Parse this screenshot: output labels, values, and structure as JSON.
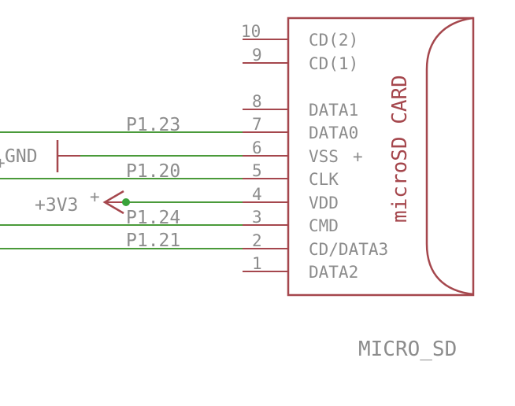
{
  "colors": {
    "symbol": "#a5474d",
    "text": "#8c8c8c",
    "wire": "#4a9a3a",
    "junction": "#3aa33a",
    "background": "#ffffff"
  },
  "part": {
    "name": "microSD CARD",
    "value": "MICRO_SD"
  },
  "pins": [
    {
      "number": "10",
      "name": "CD(2)"
    },
    {
      "number": "9",
      "name": "CD(1)"
    },
    {
      "number": "8",
      "name": "DATA1"
    },
    {
      "number": "7",
      "name": "DATA0"
    },
    {
      "number": "6",
      "name": "VSS"
    },
    {
      "number": "5",
      "name": "CLK"
    },
    {
      "number": "4",
      "name": "VDD"
    },
    {
      "number": "3",
      "name": "CMD"
    },
    {
      "number": "2",
      "name": "CD/DATA3"
    },
    {
      "number": "1",
      "name": "DATA2"
    }
  ],
  "nets": {
    "p123": "P1.23",
    "p120": "P1.20",
    "p124": "P1.24",
    "p121": "P1.21"
  },
  "supplies": {
    "gnd": "GND",
    "v33": "+3V3",
    "plus_mark": "+"
  }
}
